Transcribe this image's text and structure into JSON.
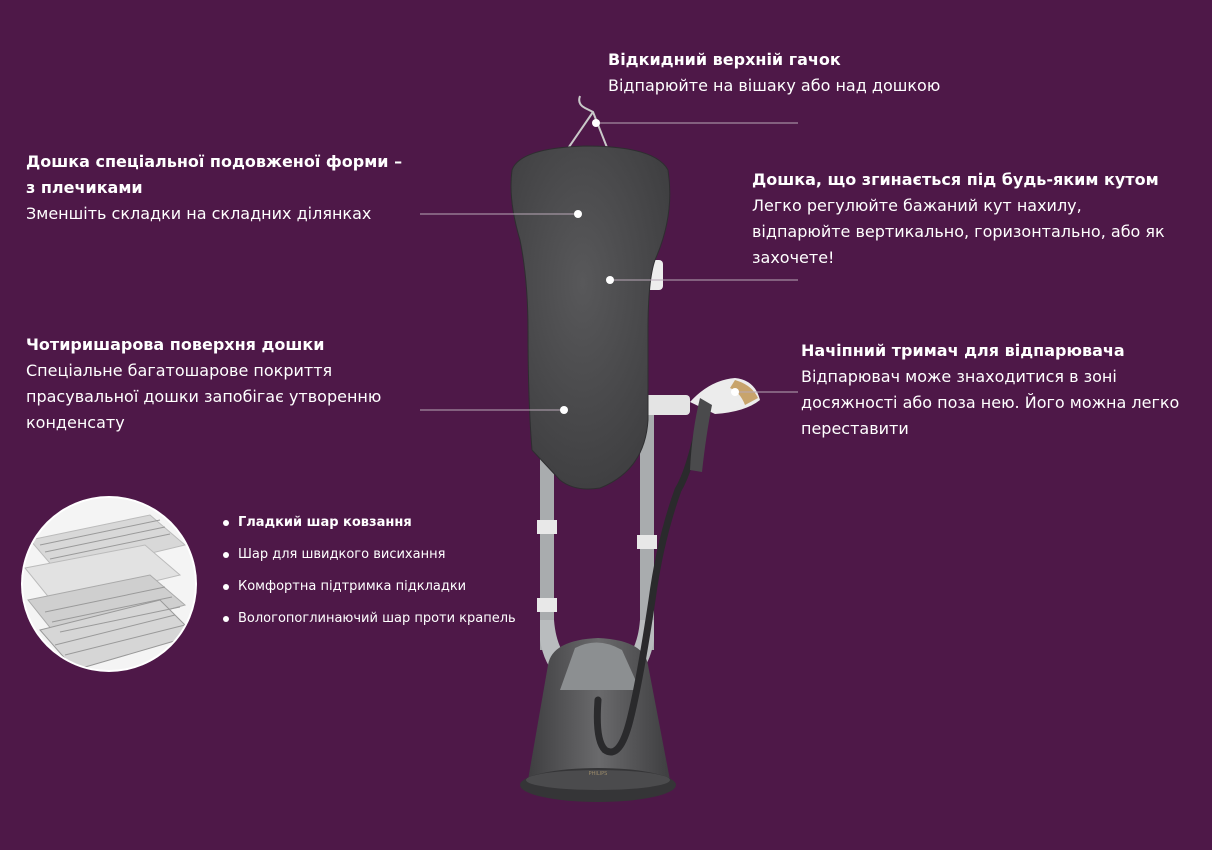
{
  "callouts": {
    "hook": {
      "title": "Відкидний верхній гачок",
      "desc": "Відпарюйте на вішаку або над дошкою"
    },
    "board": {
      "title": "Дошка спеціальної подовженої форми – з плечиками",
      "desc": "Зменшіть складки на складних ділянках"
    },
    "angle": {
      "title": "Дошка, що згинається під будь-яким кутом",
      "desc": "Легко регулюйте бажаний кут нахилу, відпарюйте вертикально, горизонтально, або як захочете!"
    },
    "layers": {
      "title": "Чотиришарова поверхня дошки",
      "desc": "Спеціальне багатошарове покриття прасувальної дошки запобігає утворенню конденсату"
    },
    "holder": {
      "title": "Начіпний тримач для відпарювача",
      "desc": "Відпарювач може знаходитися в зоні досяжності або поза нею. Його можна легко переставити"
    }
  },
  "layer_list": [
    "Гладкий шар ковзання",
    "Шар для швидкого висихання",
    "Комфортна підтримка підкладки",
    "Вологопоглинаючий шар проти крапель"
  ],
  "brand": "PHILIPS",
  "colors": {
    "background": "#4e1848",
    "board": "#4a4a4c",
    "base": "#545456",
    "text": "#ffffff"
  }
}
